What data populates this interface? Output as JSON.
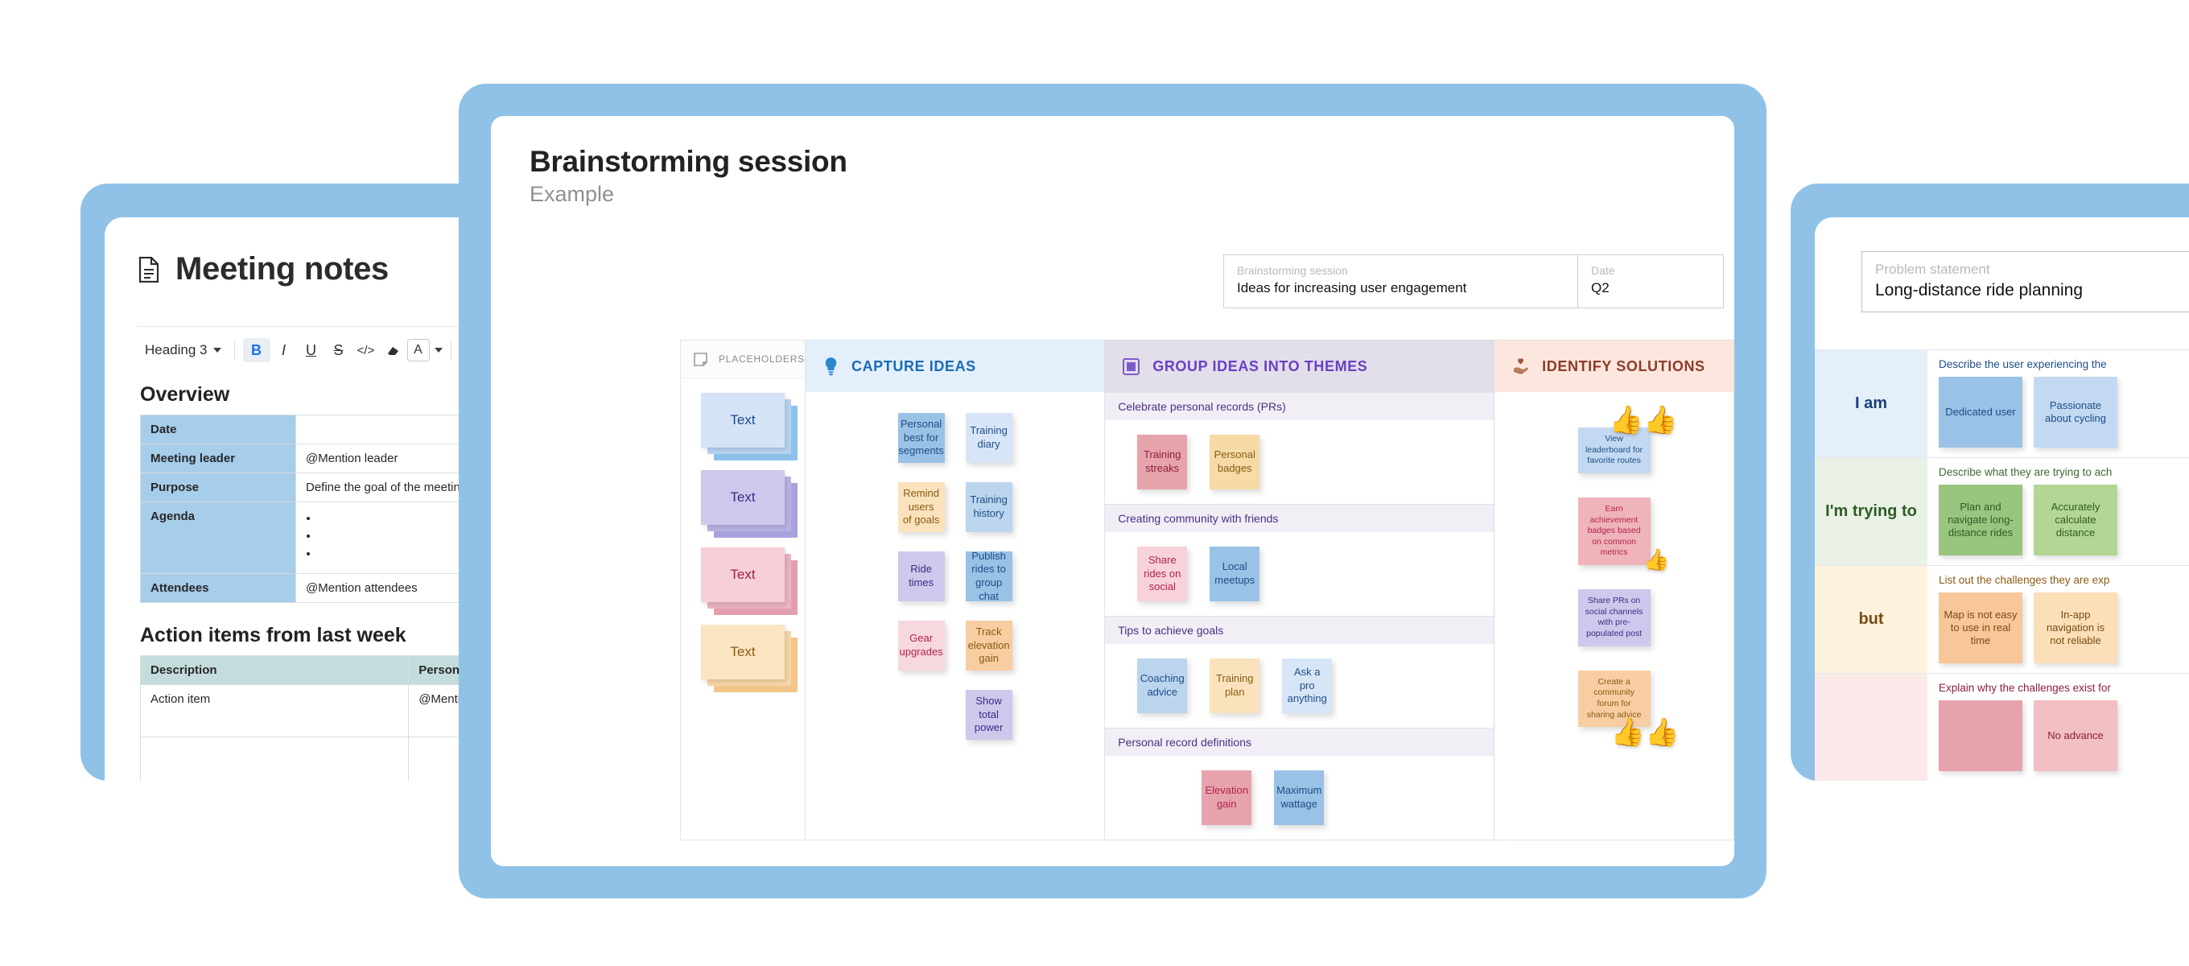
{
  "meeting_notes": {
    "title": "Meeting notes",
    "doc_icon": "document-icon",
    "toolbar": {
      "style_select": "Heading 3",
      "bold": "B",
      "italic": "I",
      "underline": "U",
      "strikethrough": "S",
      "code": "</>",
      "clear_format": "clear-format-icon",
      "text_color": "A",
      "align": "align-left-icon"
    },
    "overview_heading": "Overview",
    "overview_rows": [
      {
        "key": "Date",
        "value": ""
      },
      {
        "key": "Meeting leader",
        "value": "@Mention leader"
      },
      {
        "key": "Purpose",
        "value": "Define the goal of the meeting"
      },
      {
        "key": "Agenda",
        "value": "bullets"
      },
      {
        "key": "Attendees",
        "value": "@Mention attendees"
      }
    ],
    "action_heading": "Action items from last week",
    "action_columns": [
      "Description",
      "Person responsible"
    ],
    "action_rows": [
      {
        "description": "Action item",
        "person": "@Mention assignee"
      },
      {
        "description": "",
        "person": ""
      }
    ]
  },
  "brainstorming": {
    "title": "Brainstorming session",
    "subtitle": "Example",
    "header_fields": [
      {
        "label": "Brainstorming session",
        "value": "Ideas for increasing user engagement"
      },
      {
        "label": "Date",
        "value": "Q2"
      }
    ],
    "placeholders": {
      "header": "PLACEHOLDERS",
      "icon": "sticky-note-icon",
      "stacks": [
        {
          "label": "Text",
          "top": "#d5e3f7",
          "mid": "#b7d3f2",
          "bot": "#8fc0ea",
          "text": "#1a4a8e"
        },
        {
          "label": "Text",
          "top": "#cdc9ec",
          "mid": "#b8b3e3",
          "bot": "#a9a3dd",
          "text": "#3b2a86"
        },
        {
          "label": "Text",
          "top": "#f6cfd7",
          "mid": "#eab4c0",
          "bot": "#e49fae",
          "text": "#9e1f47"
        },
        {
          "label": "Text",
          "top": "#fae4c2",
          "mid": "#f7d6a8",
          "bot": "#f3c58b",
          "text": "#8a5b12"
        }
      ]
    },
    "columns": [
      {
        "id": "capture",
        "title": "CAPTURE IDEAS",
        "icon": "lightbulb-icon",
        "accent": "#1a6bb5",
        "header_bg": "#e3f0fb"
      },
      {
        "id": "group",
        "title": "GROUP IDEAS INTO THEMES",
        "icon": "frame-image-icon",
        "accent": "#6c3fc4",
        "header_bg": "#e2dfea"
      },
      {
        "id": "solutions",
        "title": "IDENTIFY SOLUTIONS",
        "icon": "hand-heart-icon",
        "accent": "#8c3b2b",
        "header_bg": "#fbe7dd"
      }
    ],
    "capture_notes_left": [
      {
        "text": "Personal best for segments",
        "bg": "#9ac2e6",
        "fg": "#1d4e86"
      },
      {
        "text": "Remind users of goals",
        "bg": "#fae2bd",
        "fg": "#8a5b12"
      },
      {
        "text": "Ride times",
        "bg": "#cdc9ec",
        "fg": "#3b2a86"
      },
      {
        "text": "Gear upgrades",
        "bg": "#f7d8de",
        "fg": "#b2234f"
      }
    ],
    "capture_notes_right": [
      {
        "text": "Training diary",
        "bg": "#d7e6f7",
        "fg": "#1d4e86"
      },
      {
        "text": "Training history",
        "bg": "#bcd5ee",
        "fg": "#1d4e86"
      },
      {
        "text": "Publish rides to group chat",
        "bg": "#9ac2e6",
        "fg": "#1d4e86"
      },
      {
        "text": "Track elevation gain",
        "bg": "#f7cda1",
        "fg": "#8a5b12"
      },
      {
        "text": "Show total power",
        "bg": "#cdc9ec",
        "fg": "#3b2a86"
      }
    ],
    "themes": [
      {
        "title": "Celebrate personal records (PRs)",
        "notes": [
          {
            "text": "Training streaks",
            "bg": "#e7a3ac",
            "fg": "#8e1f3c"
          },
          {
            "text": "Personal badges",
            "bg": "#f6dba6",
            "fg": "#8a5b12"
          }
        ]
      },
      {
        "title": "Creating community with friends",
        "notes": [
          {
            "text": "Share rides on social",
            "bg": "#f7d2d9",
            "fg": "#b2234f"
          },
          {
            "text": "Local meetups",
            "bg": "#9ac2e6",
            "fg": "#1d4e86"
          }
        ]
      },
      {
        "title": "Tips to achieve goals",
        "notes": [
          {
            "text": "Coaching advice",
            "bg": "#bcd5ee",
            "fg": "#1d4e86"
          },
          {
            "text": "Training plan",
            "bg": "#fae2bd",
            "fg": "#8a5b12"
          },
          {
            "text": "Ask a pro anything",
            "bg": "#d7e6f7",
            "fg": "#1d4e86"
          }
        ]
      },
      {
        "title": "Personal record definitions",
        "notes": [
          {
            "text": "Elevation gain",
            "bg": "#e7a3ac",
            "fg": "#b2234f"
          },
          {
            "text": "Maximum wattage",
            "bg": "#9ac2e6",
            "fg": "#1d4e86"
          }
        ]
      }
    ],
    "solutions": [
      {
        "text": "View leaderboard for favorite routes",
        "bg": "#c3d9f2",
        "fg": "#1d4e86",
        "thumb": "double",
        "thumb_pos": "tr"
      },
      {
        "text": "Earn achievement badges based on common metrics",
        "bg": "#efb3ba",
        "fg": "#b2234f",
        "thumb": "single",
        "thumb_pos": "mr"
      },
      {
        "text": "Share PRs on social channels with pre-populated post",
        "bg": "#cdc9ec",
        "fg": "#3b2a86",
        "thumb": "none",
        "thumb_pos": ""
      },
      {
        "text": "Create a community forum for sharing advice",
        "bg": "#f7cda1",
        "fg": "#8a5b12",
        "thumb": "double",
        "thumb_pos": "br"
      }
    ]
  },
  "user_story": {
    "problem_statement": {
      "label": "Problem statement",
      "value": "Long-distance ride planning"
    },
    "rows": [
      {
        "label": "I am",
        "label_color": "#1b3f7a",
        "row_bg": "#e4f0f9",
        "prompt": "Describe the user experiencing the",
        "prompt_color": "#1d4e86",
        "notes": [
          {
            "text": "Dedicated user",
            "bg": "#9ac2e6",
            "fg": "#1d4e86"
          },
          {
            "text": "Passionate about cycling",
            "bg": "#c3d9f2",
            "fg": "#1d4e86"
          }
        ]
      },
      {
        "label": "I'm trying to",
        "label_color": "#2c5d23",
        "row_bg": "#eaf1e6",
        "prompt": "Describe what they are trying to ach",
        "prompt_color": "#3d6b2d",
        "notes": [
          {
            "text": "Plan and navigate long-distance rides",
            "bg": "#9ac57f",
            "fg": "#2c5d23"
          },
          {
            "text": "Accurately calculate distance",
            "bg": "#b4d694",
            "fg": "#2c5d23"
          }
        ]
      },
      {
        "label": "but",
        "label_color": "#7a4b12",
        "row_bg": "#fdf2dc",
        "prompt": "List out the challenges they are exp",
        "prompt_color": "#8a5b12",
        "notes": [
          {
            "text": "Map is not easy to use in real time",
            "bg": "#f7c79a",
            "fg": "#7a4b12"
          },
          {
            "text": "In-app navigation is not reliable",
            "bg": "#fadfb9",
            "fg": "#7a4b12"
          }
        ]
      },
      {
        "label": "",
        "label_color": "#8e1f3c",
        "row_bg": "#fbeae9",
        "prompt": "Explain why the challenges exist for",
        "prompt_color": "#8e1f3c",
        "notes": [
          {
            "text": "",
            "bg": "#e7a3ac",
            "fg": "#8e1f3c"
          },
          {
            "text": "No advance",
            "bg": "#f2bfc2",
            "fg": "#8e1f3c"
          }
        ]
      }
    ]
  }
}
